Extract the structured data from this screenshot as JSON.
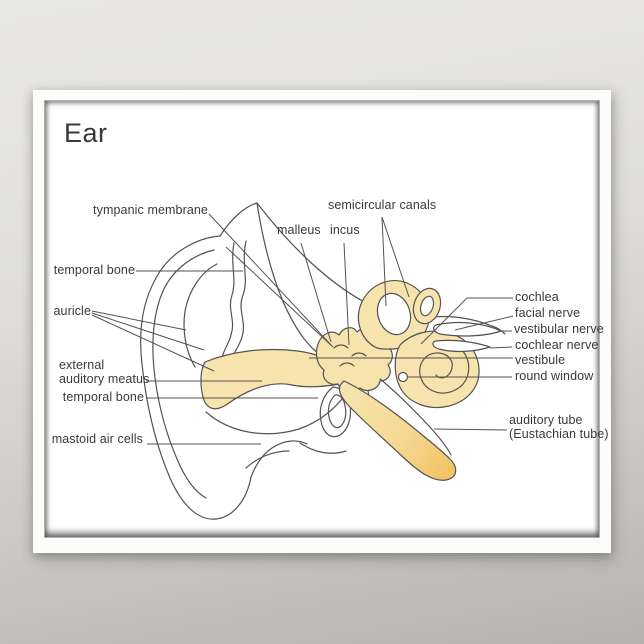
{
  "poster": {
    "title": "Ear",
    "labels": {
      "tympanic_membrane": "tympanic membrane",
      "malleus": "malleus",
      "incus": "incus",
      "semicircular_canals": "semicircular canals",
      "temporal_bone_upper": "temporal bone",
      "auricle": "auricle",
      "external_auditory_meatus_line1": "external",
      "external_auditory_meatus_line2": "auditory meatus",
      "temporal_bone_lower": "temporal bone",
      "mastoid_air_cells": "mastoid air cells",
      "cochlea": "cochlea",
      "facial_nerve": "facial nerve",
      "vestibular_nerve": "vestibular nerve",
      "cochlear_nerve": "cochlear nerve",
      "vestibule": "vestibule",
      "round_window": "round window",
      "auditory_tube_line1": "auditory tube",
      "auditory_tube_line2": "(Eustachian tube)"
    },
    "colors": {
      "diagram_fill": "#f6e3ad",
      "diagram_fill_mid": "#f5d893",
      "tube_tip": "#f2c466",
      "outline": "#55534f",
      "label_text": "#3a3a38",
      "paper": "#ffffff",
      "frame": "#fcfcfb",
      "background_top": "#e9e8e6",
      "background_bottom": "#b5b3b1"
    }
  }
}
